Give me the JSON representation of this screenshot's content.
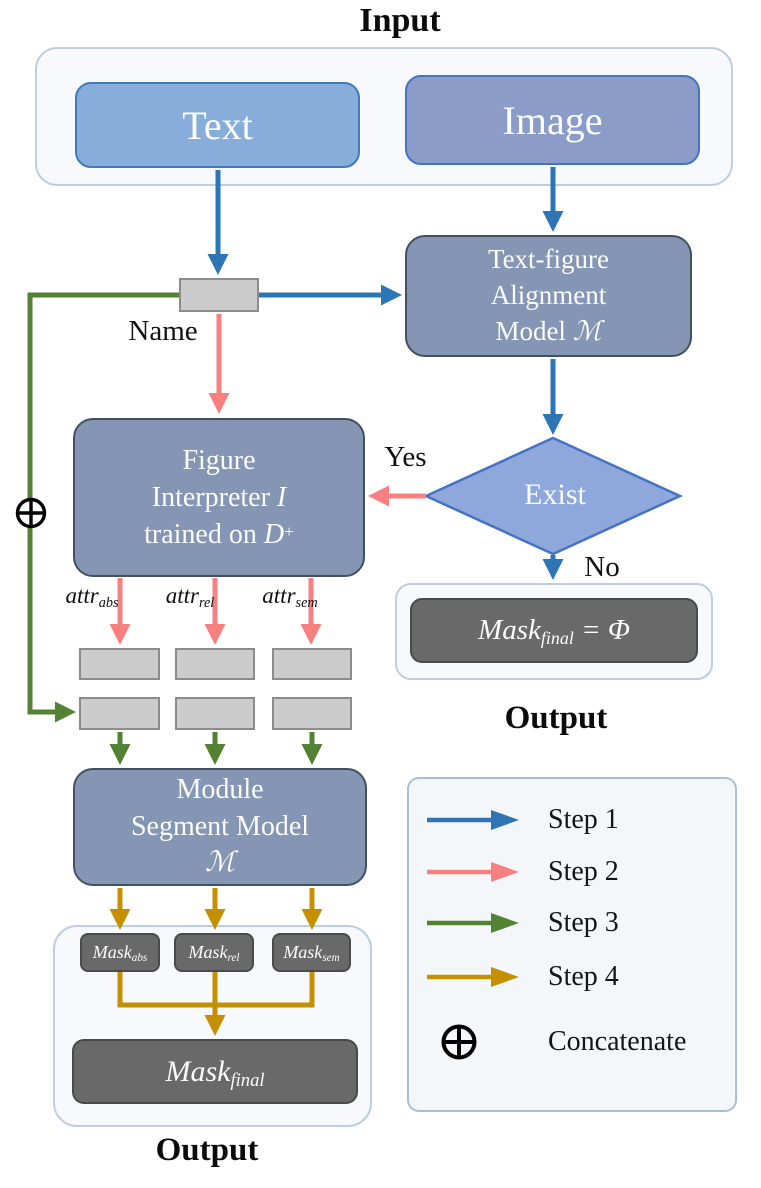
{
  "titles": {
    "input": "Input",
    "output_left": "Output",
    "output_right": "Output"
  },
  "nodes": {
    "text": "Text",
    "image": "Image",
    "alignment": {
      "line1": "Text-figure",
      "line2": "Alignment",
      "line3_pre": "Model ",
      "line3_m": "ℳ"
    },
    "name_connector_label": "Name",
    "exist": "Exist",
    "yes": "Yes",
    "no": "No",
    "interpreter": {
      "line1": "Figure",
      "line2_pre": "Interpreter ",
      "line2_i": "I",
      "line3_pre": "trained on ",
      "line3_d": "D",
      "line3_sup": "+"
    },
    "module": {
      "line1": "Module",
      "line2": "Segment Model",
      "line3": "ℳ"
    },
    "mask_phi": {
      "base": "Mask",
      "sub": "final",
      "eq": " = Φ"
    },
    "mask_final": {
      "base": "Mask",
      "sub": "final"
    }
  },
  "attr_labels": [
    {
      "base": "attr",
      "sub": "abs"
    },
    {
      "base": "attr",
      "sub": "rel"
    },
    {
      "base": "attr",
      "sub": "sem"
    }
  ],
  "mask_labels": [
    {
      "base": "Mask",
      "sub": "abs"
    },
    {
      "base": "Mask",
      "sub": "rel"
    },
    {
      "base": "Mask",
      "sub": "sem"
    }
  ],
  "legend": {
    "items": [
      {
        "label": "Step 1",
        "color": "#2E75B6",
        "symbol": "arrow"
      },
      {
        "label": "Step 2",
        "color": "#F88080",
        "symbol": "arrow"
      },
      {
        "label": "Step 3",
        "color": "#548235",
        "symbol": "arrow"
      },
      {
        "label": "Step 4",
        "color": "#C49000",
        "symbol": "arrow"
      },
      {
        "label": "Concatenate",
        "color": "#000000",
        "symbol": "oplus"
      }
    ]
  },
  "colors": {
    "step1_blue": "#2E75B6",
    "step2_red": "#F88080",
    "step3_green": "#548235",
    "step4_gold": "#C49000",
    "model_box_fill": "#8496B3",
    "diamond_fill": "#8FA8DC",
    "diamond_border": "#4472C4",
    "text_box_fill": "#87AEDA",
    "image_box_fill": "#8C9CC9",
    "dark_box_fill": "#696969",
    "connector_box_fill": "#CCCCCC",
    "container_bg": "#F7F9FC",
    "container_border": "#BCCDE4"
  }
}
